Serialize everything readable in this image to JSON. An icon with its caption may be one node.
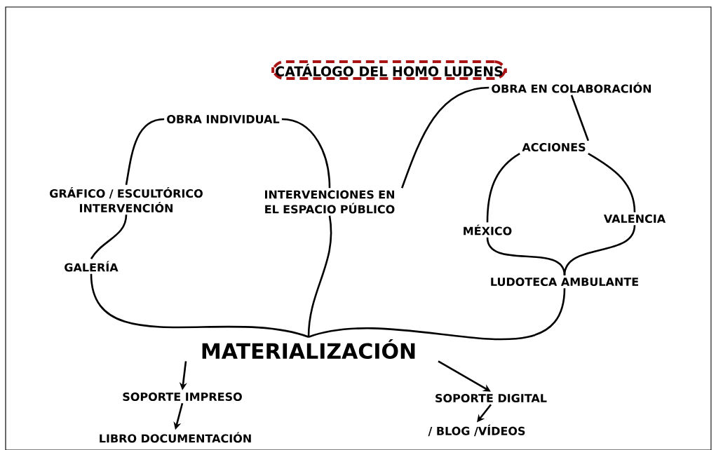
{
  "diagram": {
    "nodes": [
      {
        "text": [
          "CATÁLOGO DEL HOMO LUDENS"
        ]
      },
      {
        "text": [
          "OBRA INDIVIDUAL"
        ]
      },
      {
        "text": [
          "OBRA EN COLABORACIÓN"
        ]
      },
      {
        "text": [
          "GRÁFICO / ESCULTÓRICO INTERVENCIÓN"
        ]
      },
      {
        "text": [
          "INTERVENCIONES EN EL ESPACIO PÚBLICO"
        ]
      },
      {
        "text": [
          "ACCIONES"
        ]
      },
      {
        "text": [
          "MÉXICO"
        ]
      },
      {
        "text": [
          "VALENCIA"
        ]
      },
      {
        "text": [
          "GALERÍA"
        ]
      },
      {
        "text": [
          "LUDOTECA AMBULANTE"
        ]
      },
      {
        "text": [
          "MATERIALIZACIÓN"
        ]
      },
      {
        "text": [
          "SOPORTE IMPRESO"
        ]
      },
      {
        "text": [
          "SOPORTE DIGITAL"
        ]
      },
      {
        "text": [
          "LIBRO DOCUMENTACIÓN"
        ]
      },
      {
        "text": [
          "/ BLOG /VÍDEOS"
        ]
      }
    ],
    "edges": [
      {
        "from": 1,
        "to": 3,
        "arrow": "none"
      },
      {
        "from": 1,
        "to": 4,
        "arrow": "none"
      },
      {
        "from": 2,
        "to": 4,
        "arrow": "none"
      },
      {
        "from": 2,
        "to": 5,
        "arrow": "none"
      },
      {
        "from": 5,
        "to": 6,
        "arrow": "none"
      },
      {
        "from": 5,
        "to": 7,
        "arrow": "none"
      },
      {
        "from": 3,
        "to": 8,
        "arrow": "none"
      },
      {
        "from": 6,
        "to": 9,
        "arrow": "none"
      },
      {
        "from": 7,
        "to": 9,
        "arrow": "none"
      },
      {
        "from": 8,
        "to": 10,
        "arrow": "none"
      },
      {
        "from": 4,
        "to": 10,
        "arrow": "none"
      },
      {
        "from": 9,
        "to": 10,
        "arrow": "none"
      },
      {
        "from": 10,
        "to": 11,
        "arrow": "to"
      },
      {
        "from": 10,
        "to": 12,
        "arrow": "to"
      },
      {
        "from": 11,
        "to": 13,
        "arrow": "to"
      },
      {
        "from": 12,
        "to": 14,
        "arrow": "to"
      }
    ]
  }
}
